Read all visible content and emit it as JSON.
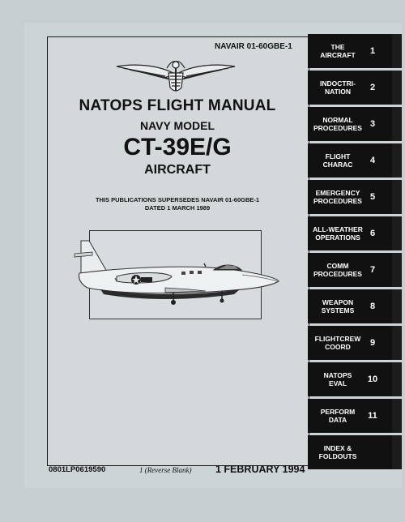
{
  "document_id": "NAVAIR 01-60GBE-1",
  "title_line1": "NATOPS FLIGHT MANUAL",
  "title_line2": "NAVY MODEL",
  "title_line3": "CT-39E/G",
  "title_line4": "AIRCRAFT",
  "supersedes_line1": "THIS PUBLICATIONS SUPERSEDES NAVAIR 01-60GBE-1",
  "supersedes_line2": "DATED  1 MARCH 1989",
  "footer": {
    "code": "0801LP0619590",
    "page_note": "1 (Reverse Blank)",
    "date": "1 FEBRUARY 1994"
  },
  "tabs": [
    {
      "label": "THE\nAIRCRAFT",
      "number": "1"
    },
    {
      "label": "INDOCTRI-\nNATION",
      "number": "2"
    },
    {
      "label": "NORMAL\nPROCEDURES",
      "number": "3"
    },
    {
      "label": "FLIGHT\nCHARAC",
      "number": "4"
    },
    {
      "label": "EMERGENCY\nPROCEDURES",
      "number": "5"
    },
    {
      "label": "ALL-WEATHER\nOPERATIONS",
      "number": "6"
    },
    {
      "label": "COMM\nPROCEDURES",
      "number": "7"
    },
    {
      "label": "WEAPON\nSYSTEMS",
      "number": "8"
    },
    {
      "label": "FLIGHTCREW\nCOORD",
      "number": "9"
    },
    {
      "label": "NATOPS\nEVAL",
      "number": "10"
    },
    {
      "label": "PERFORM\nDATA",
      "number": "11"
    },
    {
      "label": "INDEX &\nFOLDOUTS",
      "number": ""
    }
  ],
  "colors": {
    "tab_bg": "#111111",
    "tab_text": "#ffffff",
    "paper": "#d3d9db"
  }
}
